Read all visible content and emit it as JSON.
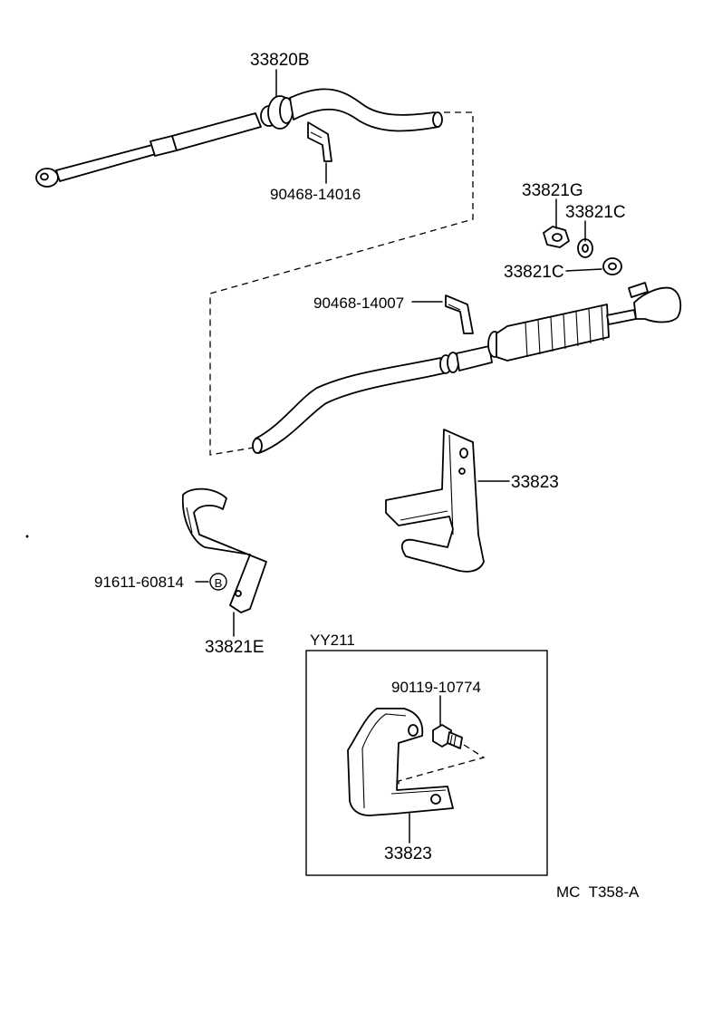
{
  "labels": {
    "cable_main": "33820B",
    "clip_upper": "90468-14016",
    "nut": "33821G",
    "washer_upper": "33821C",
    "washer_lower": "33821C",
    "clip_middle": "90468-14007",
    "bracket_right": "33823",
    "bolt_marker": "B",
    "bolt_left": "91611-60814",
    "bracket_left": "33821E",
    "inset_title": "YY211",
    "inset_bolt": "90119-10774",
    "inset_bracket": "33823",
    "figure_code": "MC  T358-A"
  }
}
